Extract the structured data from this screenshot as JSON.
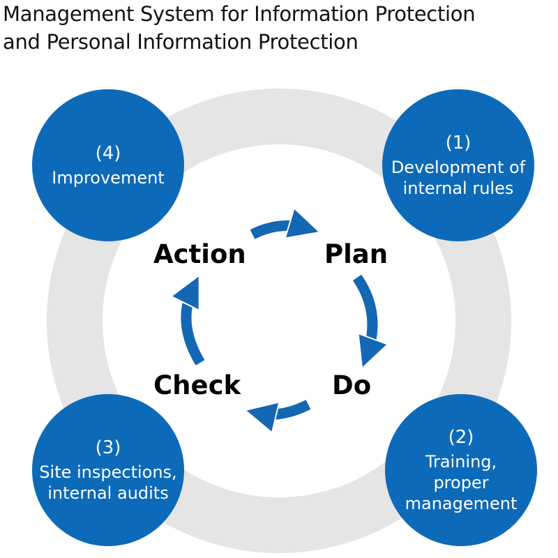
{
  "title": {
    "line1": "Management System for Information Protection",
    "line2": "and Personal Information Protection"
  },
  "colors": {
    "circle": "#0d6ab8",
    "ring": "#e5e5e5",
    "arrow": "#1467b3"
  },
  "steps": [
    {
      "number": "(1)",
      "label": "Development of\ninternal rules"
    },
    {
      "number": "(2)",
      "label": "Training,\nproper\nmanagement"
    },
    {
      "number": "(3)",
      "label": "Site inspections,\ninternal audits"
    },
    {
      "number": "(4)",
      "label": "Improvement"
    }
  ],
  "cycle": {
    "plan": "Plan",
    "do": "Do",
    "check": "Check",
    "action": "Action"
  }
}
